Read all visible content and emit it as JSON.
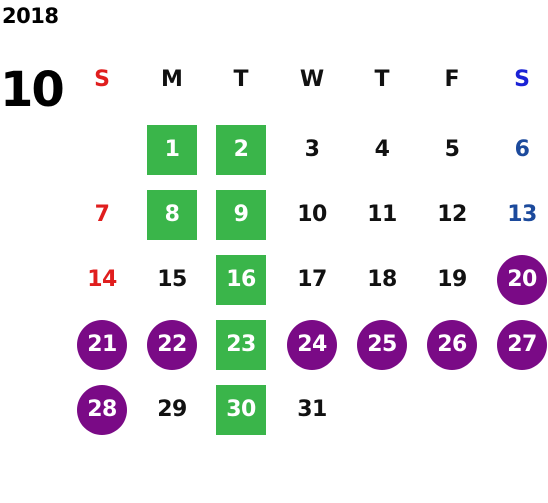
{
  "calendar": {
    "year": "2018",
    "month": "10",
    "weekdays": [
      {
        "label": "S",
        "color": "#e01e1e"
      },
      {
        "label": "M",
        "color": "#111111"
      },
      {
        "label": "T",
        "color": "#111111"
      },
      {
        "label": "W",
        "color": "#111111"
      },
      {
        "label": "T",
        "color": "#111111"
      },
      {
        "label": "F",
        "color": "#111111"
      },
      {
        "label": "S",
        "color": "#1a22d6"
      }
    ],
    "days": [
      {
        "day": "1",
        "style": "green"
      },
      {
        "day": "2",
        "style": "green"
      },
      {
        "day": "3",
        "style": "plain"
      },
      {
        "day": "4",
        "style": "plain"
      },
      {
        "day": "5",
        "style": "plain"
      },
      {
        "day": "6",
        "style": "sat"
      },
      {
        "day": "7",
        "style": "sun"
      },
      {
        "day": "8",
        "style": "green"
      },
      {
        "day": "9",
        "style": "green"
      },
      {
        "day": "10",
        "style": "plain"
      },
      {
        "day": "11",
        "style": "plain"
      },
      {
        "day": "12",
        "style": "plain"
      },
      {
        "day": "13",
        "style": "sat"
      },
      {
        "day": "14",
        "style": "sun"
      },
      {
        "day": "15",
        "style": "plain"
      },
      {
        "day": "16",
        "style": "green"
      },
      {
        "day": "17",
        "style": "plain"
      },
      {
        "day": "18",
        "style": "plain"
      },
      {
        "day": "19",
        "style": "plain"
      },
      {
        "day": "20",
        "style": "purple"
      },
      {
        "day": "21",
        "style": "purple"
      },
      {
        "day": "22",
        "style": "purple"
      },
      {
        "day": "23",
        "style": "green"
      },
      {
        "day": "24",
        "style": "purple"
      },
      {
        "day": "25",
        "style": "purple"
      },
      {
        "day": "26",
        "style": "purple"
      },
      {
        "day": "27",
        "style": "purple"
      },
      {
        "day": "28",
        "style": "purple"
      },
      {
        "day": "29",
        "style": "plain"
      },
      {
        "day": "30",
        "style": "green"
      },
      {
        "day": "31",
        "style": "plain"
      }
    ],
    "colors": {
      "green_highlight": "#3ab54a",
      "purple_highlight": "#7a0a86",
      "sunday": "#e01e1e",
      "saturday": "#1c4a9c"
    }
  }
}
